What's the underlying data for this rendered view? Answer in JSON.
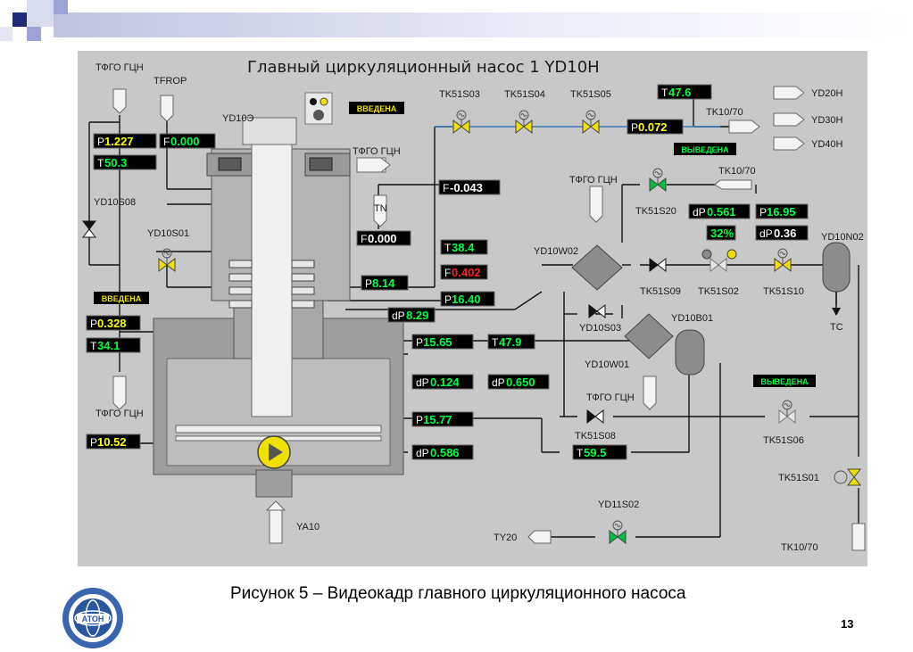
{
  "title": "Главный циркуляционный насос 1  YD10H",
  "caption": "Рисунок 5 – Видеокадр главного циркуляционного насоса",
  "page_number": "13",
  "logo_text": "АТОН",
  "colors": {
    "panel": "#c8c8c8",
    "value_green": "#00ff40",
    "value_yellow": "#ffff00",
    "value_white": "#ffffff",
    "value_red": "#ff2020",
    "meter_bg": "#000000",
    "valve_yellow": "#f0e000",
    "valve_green": "#00c040"
  },
  "labels": {
    "tfgo_top": "ТФГО ГЦН",
    "tfrop": "TFROP",
    "yd10e": "YD10Э",
    "tk51s03": "TK51S03",
    "tk51s04": "TK51S04",
    "tk51s05": "TK51S05",
    "tk1070_a": "TK10/70",
    "tk1070_b": "TK10/70",
    "tk1070_c": "TK10/70",
    "yd20h": "YD20H",
    "yd30h": "YD30H",
    "yd40h": "YD40H",
    "tfgo_mid": "ТФГО ГЦН",
    "tn": "TN",
    "yd10s08": "YD10S08",
    "yd10s01": "YD10S01",
    "tfgo_right": "ТФГО ГЦН",
    "tk51s20": "TK51S20",
    "yd10w02": "YD10W02",
    "yd10n02": "YD10N02",
    "tk51s09": "TK51S09",
    "tk51s02": "TK51S02",
    "tk51s10": "TK51S10",
    "tc": "TC",
    "yd10s03": "YD10S03",
    "yd10b01": "YD10B01",
    "yd10w01": "YD10W01",
    "tfgo_low": "ТФГО ГЦН",
    "tfgo_left": "ТФГО ГЦН",
    "tk51s08": "TK51S08",
    "tk51s06": "TK51S06",
    "tk51s01": "TK51S01",
    "ya10": "YA10",
    "yd11s02": "YD11S02",
    "ty20": "TY20"
  },
  "status": {
    "vvedena_top": "ВВЕДЕНА",
    "vvedena_left": "ВВЕДЕНА",
    "vyvedena_1": "ВЫВЕДЕНА",
    "vyvedena_2": "ВЫВЕДЕНА"
  },
  "meters": [
    {
      "id": "m_p1",
      "label": "P",
      "value": "1.227",
      "color": "#ffff00"
    },
    {
      "id": "m_f1",
      "label": "F",
      "value": "0.000",
      "color": "#00ff40"
    },
    {
      "id": "m_t1",
      "label": "T",
      "value": "50.3",
      "color": "#00ff40"
    },
    {
      "id": "m_t476",
      "label": "T",
      "value": "47.6",
      "color": "#00ff40"
    },
    {
      "id": "m_p0072",
      "label": "P",
      "value": "0.072",
      "color": "#ffff00"
    },
    {
      "id": "m_fneg",
      "label": "F",
      "value": "-0.043",
      "color": "#ffffff"
    },
    {
      "id": "m_f0",
      "label": "F",
      "value": "0.000",
      "color": "#ffffff"
    },
    {
      "id": "m_dp0561",
      "label": "dP",
      "value": "0.561",
      "color": "#00ff40"
    },
    {
      "id": "m_p1695",
      "label": "P",
      "value": "16.95",
      "color": "#00ff40"
    },
    {
      "id": "m_pct",
      "label": "",
      "value": "32",
      "color": "#00ff40"
    },
    {
      "id": "m_dp036",
      "label": "dP",
      "value": "0.36",
      "color": "#ffffff"
    },
    {
      "id": "m_t384",
      "label": "T",
      "value": "38.4",
      "color": "#00ff40"
    },
    {
      "id": "m_f0402",
      "label": "F",
      "value": "0.402",
      "color": "#ff2020"
    },
    {
      "id": "m_p814",
      "label": "P",
      "value": "8.14",
      "color": "#00ff40"
    },
    {
      "id": "m_p1640",
      "label": "P",
      "value": "16.40",
      "color": "#00ff40"
    },
    {
      "id": "m_dp829",
      "label": "dP",
      "value": "8.29",
      "color": "#00ff40"
    },
    {
      "id": "m_p0328",
      "label": "P",
      "value": "0.328",
      "color": "#ffff00"
    },
    {
      "id": "m_t341",
      "label": "T",
      "value": "34.1",
      "color": "#00ff40"
    },
    {
      "id": "m_p1565",
      "label": "P",
      "value": "15.65",
      "color": "#00ff40"
    },
    {
      "id": "m_t479",
      "label": "T",
      "value": "47.9",
      "color": "#00ff40"
    },
    {
      "id": "m_dp0124",
      "label": "dP",
      "value": "0.124",
      "color": "#00ff40"
    },
    {
      "id": "m_dp0650",
      "label": "dP",
      "value": "0.650",
      "color": "#00ff40"
    },
    {
      "id": "m_p1577",
      "label": "P",
      "value": "15.77",
      "color": "#00ff40"
    },
    {
      "id": "m_p1052",
      "label": "P",
      "value": "10.52",
      "color": "#ffff00"
    },
    {
      "id": "m_t595",
      "label": "T",
      "value": "59.5",
      "color": "#00ff40"
    },
    {
      "id": "m_dp0586",
      "label": "dP",
      "value": "0.586",
      "color": "#00ff40"
    }
  ]
}
